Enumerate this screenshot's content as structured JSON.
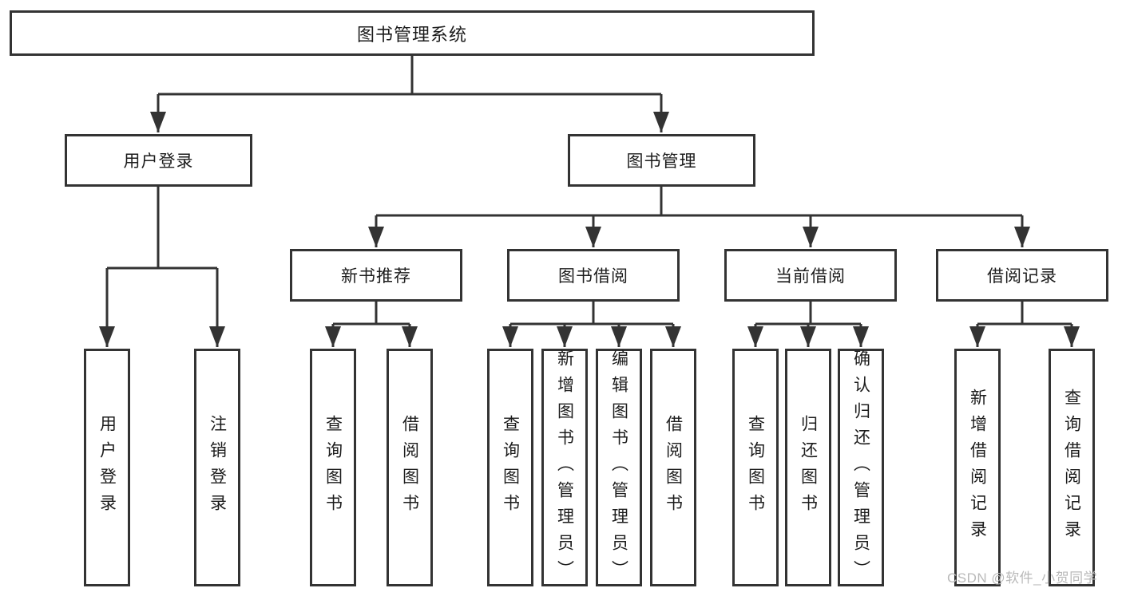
{
  "diagram": {
    "root": "图书管理系统",
    "level2": [
      "用户登录",
      "图书管理"
    ],
    "level3": [
      "新书推荐",
      "图书借阅",
      "当前借阅",
      "借阅记录"
    ],
    "leaves": {
      "user": [
        "用户登录",
        "注销登录"
      ],
      "newbook": [
        "查询图书",
        "借阅图书"
      ],
      "borrow": [
        "查询图书",
        "新增图书（管理员）",
        "编辑图书（管理员）",
        "借阅图书"
      ],
      "current": [
        "查询图书",
        "归还图书",
        "确认归还（管理员）"
      ],
      "record": [
        "新增借阅记录",
        "查询借阅记录"
      ]
    }
  },
  "watermark": "CSDN @软件_小贺同学",
  "colors": {
    "line": "#333333",
    "box_border": "#333333",
    "text": "#1c1c1c",
    "background": "#ffffff",
    "watermark_text": "#b9b9b9"
  }
}
